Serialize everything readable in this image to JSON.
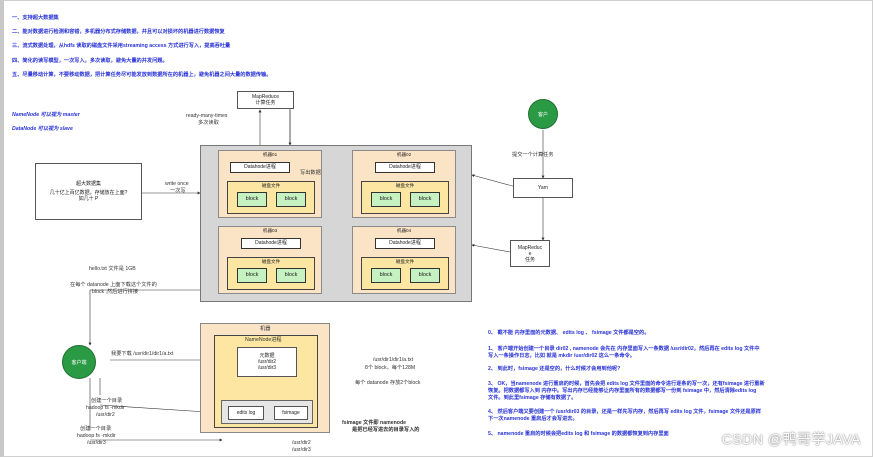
{
  "notes_top": [
    "一、支持超大数据集",
    "二、能对数据进行检测和容错，多机器分布式存储数据，并且可以对损坏的机器进行数据恢复",
    "三、流式数据处理，从hdfs 读取的磁盘文件采用streaming access 方式进行写入，提高吞吐量",
    "四、简化的读写模型，一次写入，多次读取，避免大量的并发问题。",
    "五、尽量移动计算，不要移动数据，把计算任务尽可能发放到数据所在的机器上，避免机器之间大量的数据传输。"
  ],
  "roles": [
    "NameNode 可以视为 master",
    "DataNode 可以视为 slave"
  ],
  "mapreduce": {
    "title": "MapReduce",
    "sub": "计算任务"
  },
  "ready_label": [
    "ready-many-times",
    "多次读取"
  ],
  "bigdata": {
    "title": "超大数据集",
    "body": "几十亿上百亿数据，存储放在上面?",
    "body2": "如几十 P"
  },
  "write_once": [
    "write once",
    "一次写"
  ],
  "write_label": "写出数据",
  "cluster_machines": [
    {
      "title": "机器01",
      "datanode": "Datahode进程",
      "disk": "磁盘文件",
      "blocks": [
        "block",
        "block"
      ]
    },
    {
      "title": "机器02",
      "datanode": "Datahode进程",
      "disk": "磁盘文件",
      "blocks": [
        "block",
        "block"
      ]
    },
    {
      "title": "机器03",
      "datanode": "Datahode进程",
      "disk": "磁盘文件",
      "blocks": [
        "block",
        "block"
      ]
    },
    {
      "title": "机器04",
      "datanode": "Datahode进程",
      "disk": "磁盘文件",
      "blocks": [
        "block",
        "block"
      ]
    }
  ],
  "client_circle": "客户",
  "submit_label": "提交一个计算任务",
  "yarn": "Yarn",
  "mr_bottom": {
    "line1": "MapReduc",
    "line2": "e",
    "line3": "任务"
  },
  "hello": "hello.txt 文件是 1GB",
  "upload_note": [
    "在每个 datanode 上面下载这个文件的",
    "block ,然后进行拼接"
  ],
  "client_bottom": "客户端",
  "download_label": "我要下载 /usr/dir1/dir1/a.txt",
  "create1": {
    "title": "创建一个目录",
    "cmd1": "hadoop fs -mkdir",
    "cmd2": "/usr/dir2"
  },
  "create2": {
    "title": "创建一个目录",
    "cmd1": "hadoop fs -mkdir",
    "cmd2": "/usr/dir3"
  },
  "namenode_machine": {
    "title": "机器",
    "process": "NameNode进程",
    "meta": {
      "title": "元数据",
      "l1": "/usr/dir2",
      "l2": "/usr/dir3"
    },
    "editslog": "edits log",
    "fsimage": "fsimage"
  },
  "path_labels": {
    "p1": "/usr/dir1/dir1/a.txt",
    "p2": "8个 block，每个128M",
    "p3": "每个 datanode 存放2个block"
  },
  "fsimage_note": [
    "fsimage 文件即 namenode",
    "是把已经写进去的目录写入的"
  ],
  "bottom_paths": [
    "/usr/dir2",
    "/usr/dir3"
  ],
  "notes_bottom": [
    "0、 截不能 内存里面的元数据、 edits log 、 fsimage 文件都是空的。",
    "1、 客户端开始创建一个目录 dir02 , namenode 会先在 内存里面写入一条数据 /usr/dir02，然后再在 edits log 文件中",
    "   写入一条操作日志，比如 就是 mkdir /usr/dir02 这么一条命令。",
    "2、 到此时，fsimage 还是空的，什么时候才会用到他呢?",
    "3、 OK，当namenode 进行重启的时候，首先会把 edits log 文件里面的命令进行逐条的写一次，还有fsimage 进行重新",
    "   恢复。把数据都写入到 内存中。写出内存已经能够让内存里面所有的数据都写一份到 fsimage 中，然后清除edits log",
    "   文件。到此里fsimage 存储有数据了。",
    "4、 然后客户端又要创建一个 /usr/dir03 的目录，还是一样先写内存，然后再写 edits log 文件，fsimage 文件还是原样",
    "   下一次namenode 重启后才会写进去。",
    "5、 namenode 重启的时候会把edits log 和 fsimage 的数据都恢复到内存里面"
  ],
  "watermark": "CSDN @鸭哥学JAVA"
}
